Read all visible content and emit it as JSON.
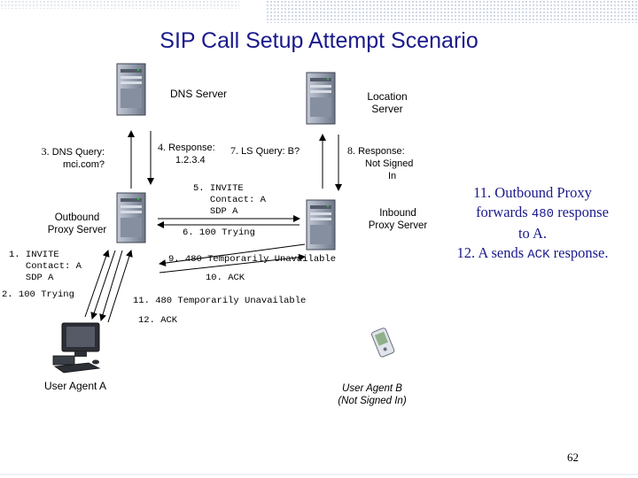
{
  "title": "SIP Call Setup Attempt Scenario",
  "nodes": {
    "dns_server": "DNS Server",
    "location_server_line1": "Location",
    "location_server_line2": "Server",
    "outbound_proxy_line1": "Outbound",
    "outbound_proxy_line2": "Proxy Server",
    "inbound_proxy_line1": "Inbound",
    "inbound_proxy_line2": "Proxy Server",
    "user_agent_a": "User Agent A",
    "user_agent_b_line1": "User Agent B",
    "user_agent_b_line2": "(Not Signed In)"
  },
  "messages": {
    "m3": {
      "num": "3.",
      "line1": "DNS Query:",
      "line2": "mci.com?"
    },
    "m4": {
      "num": "4.",
      "line1": "Response:",
      "line2": "1.2.3.4"
    },
    "m7": {
      "num": "7.",
      "text": "LS Query: B?"
    },
    "m8": {
      "num": "8.",
      "line1": "Response:",
      "line2": "Not Signed",
      "line3": "In"
    },
    "m1": "1. INVITE\n   Contact: A\n   SDP A",
    "m2": "2. 100 Trying",
    "m5": "5. INVITE\n   Contact: A\n   SDP A",
    "m6": "6. 100 Trying",
    "m9": "9. 480 Temporarily Unavailable",
    "m10": "10. ACK",
    "m11": "11. 480 Temporarily Unavailable",
    "m12": "12. ACK"
  },
  "notes": {
    "n11_a": "11. Outbound Proxy",
    "n11_b": "forwards ",
    "n11_code": "480",
    "n11_c": " response",
    "n11_d": "to A.",
    "n12_a": "12. A sends ",
    "n12_code": "ACK",
    "n12_b": " response."
  },
  "page_number": "62",
  "colors": {
    "title": "#1a1a8c",
    "server_body": "#9ea6b6",
    "server_face": "#7d8799"
  }
}
